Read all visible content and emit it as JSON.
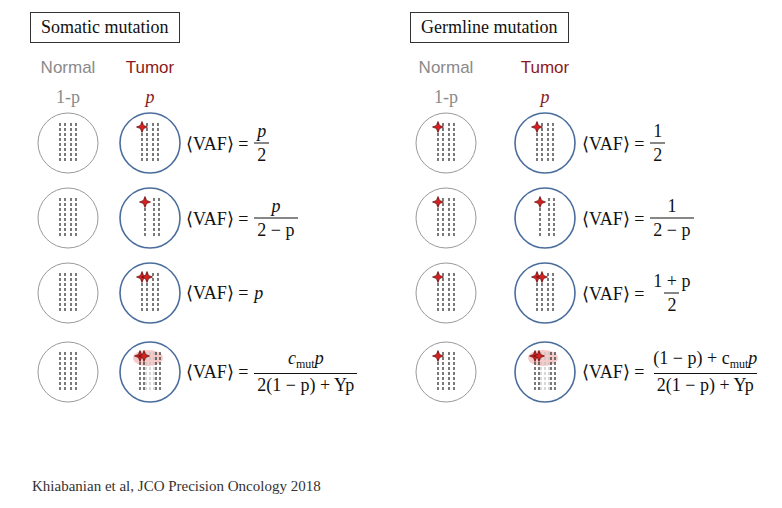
{
  "diagram": {
    "caption": "Khiabanian et al, JCO Precision Oncology 2018",
    "nodes": [
      {
        "text": [
          "Somatic mutation"
        ]
      },
      {
        "text": [
          "Germline mutation"
        ]
      }
    ],
    "labels": [
      "Normal",
      "Tumor",
      "1-p",
      "p",
      "⟨VAF⟩ =",
      "p",
      "2",
      "⟨VAF⟩ =",
      "p",
      "2 − p",
      "⟨VAF⟩ =",
      "p",
      "⟨VAF⟩ =",
      "c",
      "mut",
      "p",
      "2(1 − p) + Yp",
      "Normal",
      "Tumor",
      "1-p",
      "p",
      "⟨VAF⟩ =",
      "1",
      "2",
      "⟨VAF⟩ =",
      "1",
      "2 − p",
      "⟨VAF⟩ =",
      "1 + p",
      "2",
      "⟨VAF⟩ =",
      "(1 − p) + c",
      "mut",
      "p",
      "2(1 − p) + Yp"
    ]
  }
}
